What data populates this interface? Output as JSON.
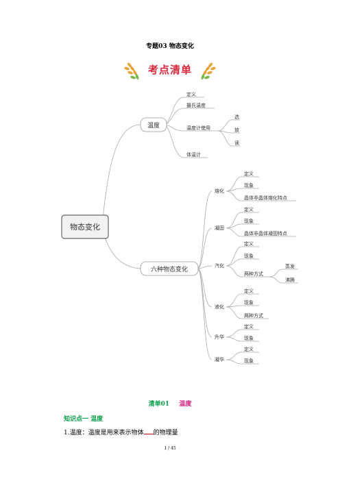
{
  "header": {
    "title": "专题03    物态变化"
  },
  "banner": {
    "text": "考点清单"
  },
  "mindmap": {
    "root": "物态变化",
    "temperature": {
      "label": "温度",
      "items": [
        "定义",
        "摄氏温度",
        "温度计使用",
        "体温计"
      ],
      "usage": [
        "选",
        "放",
        "读"
      ]
    },
    "six_changes": {
      "label": "六种物态变化",
      "melting": {
        "label": "熔化",
        "items": [
          "定义",
          "现象",
          "晶体非晶体熔化特点"
        ]
      },
      "solidifying": {
        "label": "凝固",
        "items": [
          "定义",
          "现象",
          "晶体非晶体凝固特点"
        ]
      },
      "vaporization": {
        "label": "汽化",
        "items": [
          "定义",
          "现象",
          "两种方式"
        ],
        "ways": [
          "蒸发",
          "沸腾"
        ]
      },
      "liquefaction": {
        "label": "液化",
        "items": [
          "定义",
          "现象",
          "两种方式"
        ]
      },
      "sublimation": {
        "label": "升华",
        "items": [
          "定义",
          "现象"
        ]
      },
      "desublimation": {
        "label": "凝华",
        "items": [
          "定义",
          "现象"
        ]
      }
    }
  },
  "section": {
    "prefix": "清单01",
    "name": "温度"
  },
  "knowledge_point": "知识点一    温度",
  "line1": {
    "before": "1.温度：温度是用来表示物体",
    "after": "的物理量"
  },
  "page_number": "1 / 45"
}
